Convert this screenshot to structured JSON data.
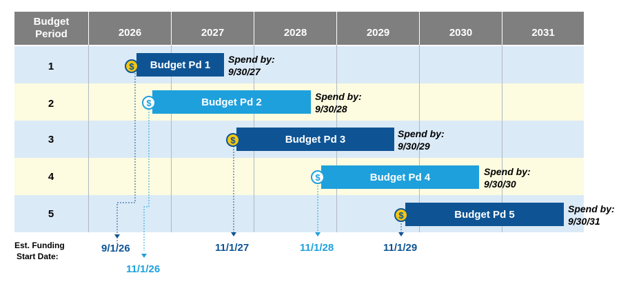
{
  "header": {
    "period_label_line1": "Budget",
    "period_label_line2": "Period",
    "years": [
      "2026",
      "2027",
      "2028",
      "2029",
      "2030",
      "2031"
    ]
  },
  "rows": [
    {
      "label": "1",
      "bar": "Budget Pd 1",
      "spend_line1": "Spend by:",
      "spend_line2": "9/30/27",
      "coin": "gold",
      "date": "9/1/26"
    },
    {
      "label": "2",
      "bar": "Budget Pd 2",
      "spend_line1": "Spend by:",
      "spend_line2": "9/30/28",
      "coin": "white",
      "date": "11/1/26"
    },
    {
      "label": "3",
      "bar": "Budget Pd 3",
      "spend_line1": "Spend by:",
      "spend_line2": "9/30/29",
      "coin": "gold",
      "date": "11/1/27"
    },
    {
      "label": "4",
      "bar": "Budget Pd 4",
      "spend_line1": "Spend by:",
      "spend_line2": "9/30/30",
      "coin": "white",
      "date": "11/1/28"
    },
    {
      "label": "5",
      "bar": "Budget Pd 5",
      "spend_line1": "Spend by:",
      "spend_line2": "9/30/31",
      "coin": "gold",
      "date": "11/1/29"
    }
  ],
  "coin_symbol": "$",
  "footer": {
    "line1": "Est. Funding",
    "line2": "Start Date:"
  },
  "colors": {
    "dark": "#0e5494",
    "light": "#1ea0dc",
    "gold": "#f3c613",
    "header": "#7f7f7f",
    "row_blue": "#dbeaf7",
    "row_yellow": "#fdfbe0"
  }
}
